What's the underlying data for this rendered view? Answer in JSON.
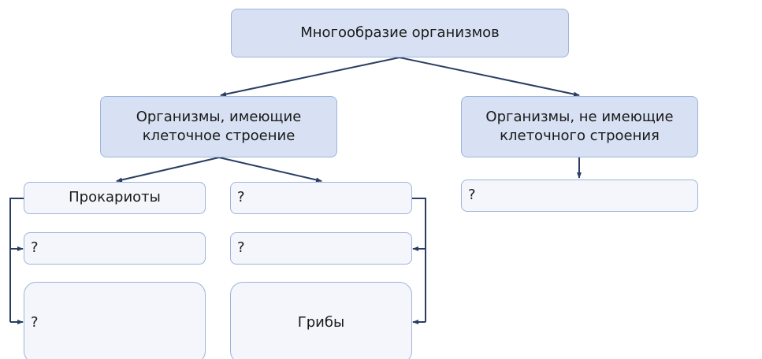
{
  "root": {
    "label": "Многообразие организмов"
  },
  "cellular": {
    "label": "Организмы, имеющие клеточное строение"
  },
  "noncellular": {
    "label": "Организмы, не имеющие клеточного строения"
  },
  "prokaryotes": {
    "label": "Прокариоты"
  },
  "prokaryote_child_1": {
    "label": "?"
  },
  "prokaryote_child_2": {
    "label": "?"
  },
  "eukaryotes": {
    "label": "?"
  },
  "eukaryote_child_1": {
    "label": "?"
  },
  "fungi": {
    "label": "Грибы"
  },
  "noncellular_child": {
    "label": "?"
  },
  "colors": {
    "header_fill": "#d7e1f3",
    "box_fill": "#f4f6fb",
    "border": "#9db3dc",
    "arrow": "#2b3d63"
  }
}
